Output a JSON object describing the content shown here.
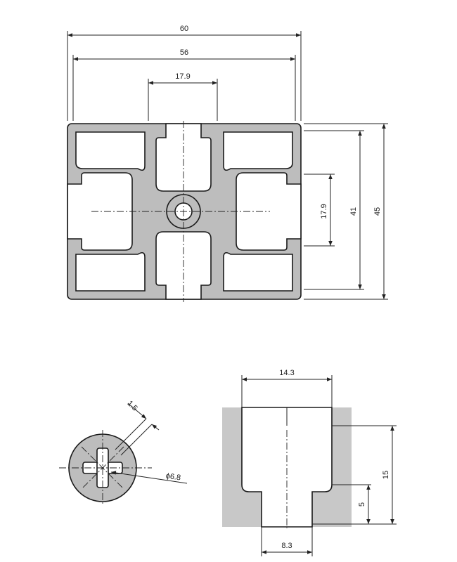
{
  "main_view": {
    "dim_width_overall": "60",
    "dim_width_inner": "56",
    "dim_slot_width": "17.9",
    "dim_height_overall": "45",
    "dim_height_inner": "41",
    "dim_slot_height": "17.9"
  },
  "core_detail": {
    "dim_wall": "1.5",
    "dim_diameter": "ϕ6.8"
  },
  "slot_detail": {
    "dim_opening": "14.3",
    "dim_depth": "15",
    "dim_lip": "5",
    "dim_slot": "8.3"
  }
}
